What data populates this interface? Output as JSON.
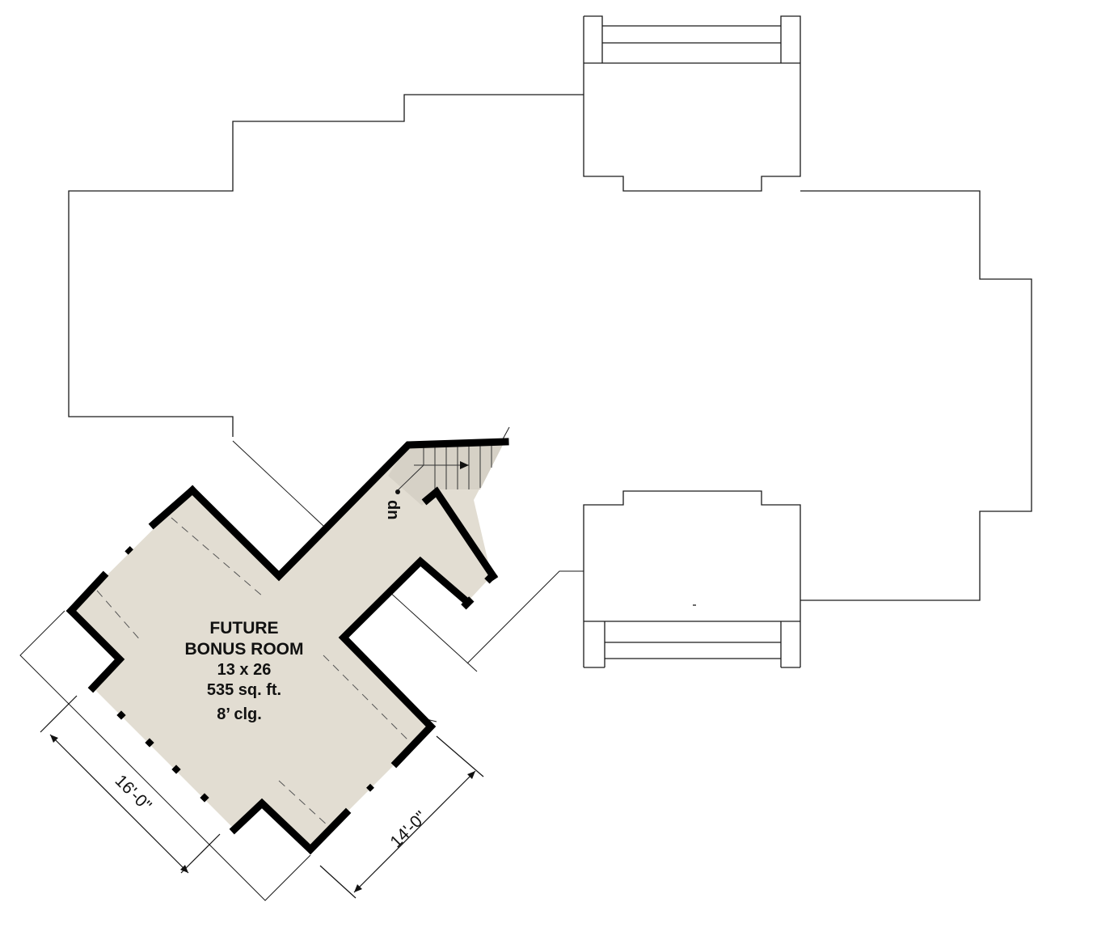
{
  "room": {
    "name_line1": "FUTURE",
    "name_line2": "BONUS ROOM",
    "size": "13 x 26",
    "area": "535 sq. ft.",
    "ceiling": "8’ clg."
  },
  "stairs": {
    "label": "dn"
  },
  "dimensions": {
    "left": "16'-0\"",
    "right": "14'-0\""
  },
  "colors": {
    "room_fill": "#e2ddd2",
    "stair_fill": "#d6d1c6",
    "walls": "#000000"
  }
}
